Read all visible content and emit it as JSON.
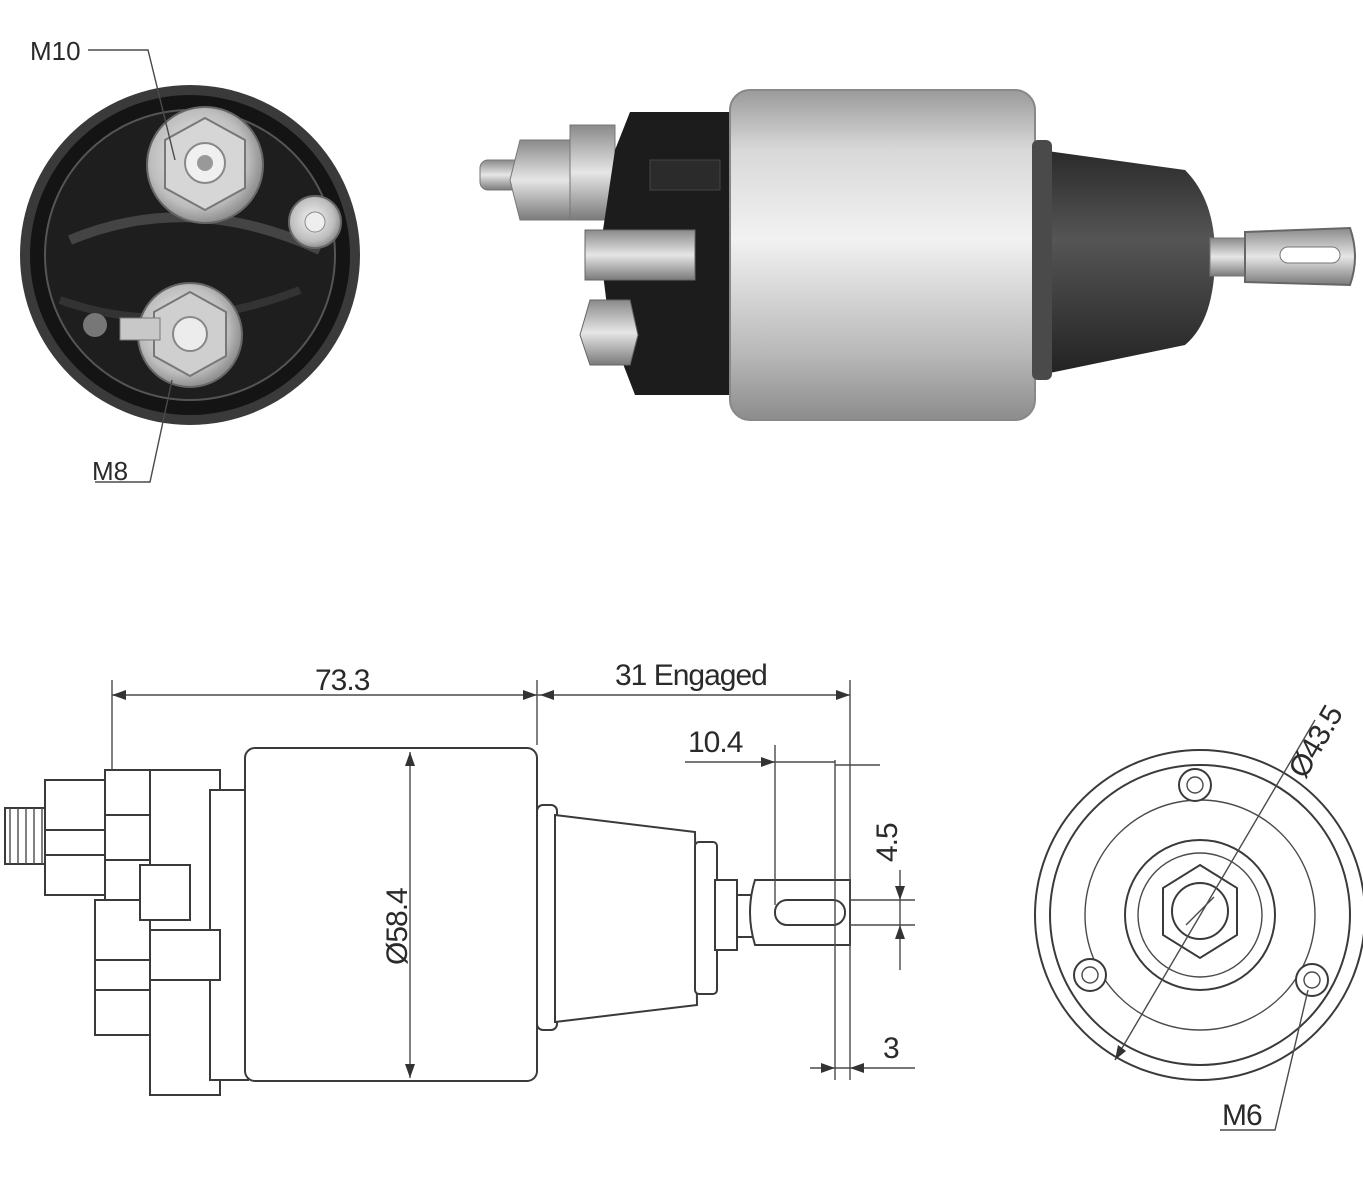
{
  "photo": {
    "front_labels": {
      "top_thread": "M10",
      "bottom_thread": "M8"
    }
  },
  "drawing": {
    "dimensions": {
      "body_length": "73.3",
      "plunger_travel": "31 Engaged",
      "eye_offset": "10.4",
      "eye_hole": "4.5",
      "eye_thickness": "3",
      "body_diameter": "Ø58.4",
      "flange_diameter": "Ø43.5",
      "mount_thread": "M6"
    }
  },
  "colors": {
    "body_silver": "#c9c9c9",
    "cap_black": "#1c1c1c",
    "boot_dark": "#3b3b3b",
    "line": "#3a3a3a"
  }
}
